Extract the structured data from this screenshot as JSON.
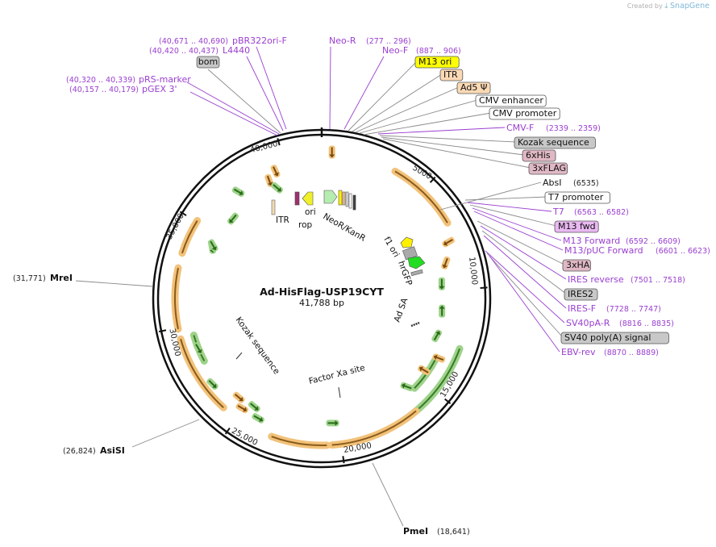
{
  "credit": {
    "prefix": "Created by",
    "brand": "SnapGene"
  },
  "plasmid": {
    "name": "Ad-HisFlag-USP19CYT",
    "size_label": "41,788 bp"
  },
  "ticks": [
    "5000",
    "10,000",
    "15,000",
    "20,000",
    "25,000",
    "30,000",
    "35,000",
    "40,000"
  ],
  "inner_labels": [
    "ITR",
    "rop",
    "ori",
    "NeoR/KanR",
    "f1 ori",
    "hrGFP",
    "Ad SA",
    "Factor Xa site",
    "Kozak sequence"
  ],
  "colors": {
    "magenta_feature": "#9a3fd0",
    "orange_arrow": "#f2c27a",
    "green_arrow": "#9ed38a",
    "yellow_box": "#ffff00",
    "peach_box": "#fbd9b5",
    "pink_box": "#e0b8c4",
    "gray_box": "#c8c8c8",
    "lavender_box": "#e9b8f2"
  },
  "features": [
    {
      "id": "pbr322ori",
      "text": "pBR322ori-F",
      "coord": "(40,671 .. 40,690)",
      "style": "magenta"
    },
    {
      "id": "l4440",
      "text": "L4440",
      "coord": "(40,420 .. 40,437)",
      "style": "magenta"
    },
    {
      "id": "bom",
      "text": "bom",
      "coord": "",
      "style": "box-gray"
    },
    {
      "id": "prsmarker",
      "text": "pRS-marker",
      "coord": "(40,320 .. 40,339)",
      "style": "magenta"
    },
    {
      "id": "pgex3",
      "text": "pGEX 3'",
      "coord": "(40,157 .. 40,179)",
      "style": "magenta"
    },
    {
      "id": "neor",
      "text": "Neo-R",
      "coord": "(277 .. 296)",
      "style": "magenta"
    },
    {
      "id": "neof",
      "text": "Neo-F",
      "coord": "(887 .. 906)",
      "style": "magenta"
    },
    {
      "id": "m13ori",
      "text": "M13 ori",
      "coord": "",
      "style": "box-yellow"
    },
    {
      "id": "itr",
      "text": "ITR",
      "coord": "",
      "style": "box-peach"
    },
    {
      "id": "ad5psi",
      "text": "Ad5 Ψ",
      "coord": "",
      "style": "box-peach"
    },
    {
      "id": "cmvenh",
      "text": "CMV enhancer",
      "coord": "",
      "style": "box-white"
    },
    {
      "id": "cmvprom",
      "text": "CMV promoter",
      "coord": "",
      "style": "box-white"
    },
    {
      "id": "cmvf",
      "text": "CMV-F",
      "coord": "(2339 .. 2359)",
      "style": "magenta"
    },
    {
      "id": "kozak",
      "text": "Kozak sequence",
      "coord": "",
      "style": "box-gray"
    },
    {
      "id": "his6",
      "text": "6xHis",
      "coord": "",
      "style": "box-pink"
    },
    {
      "id": "flag3",
      "text": "3xFLAG",
      "coord": "",
      "style": "box-pink"
    },
    {
      "id": "absi",
      "text": "AbsI",
      "coord": "(6535)",
      "style": "enzyme"
    },
    {
      "id": "t7prom",
      "text": "T7 promoter",
      "coord": "",
      "style": "box-white"
    },
    {
      "id": "t7",
      "text": "T7",
      "coord": "(6563 .. 6582)",
      "style": "magenta"
    },
    {
      "id": "m13fwd",
      "text": "M13 fwd",
      "coord": "",
      "style": "box-lavender"
    },
    {
      "id": "m13forward",
      "text": "M13 Forward",
      "coord": "(6592 .. 6609)",
      "style": "magenta"
    },
    {
      "id": "m13puc",
      "text": "M13/pUC Forward",
      "coord": "(6601 .. 6623)",
      "style": "magenta"
    },
    {
      "id": "ha3",
      "text": "3xHA",
      "coord": "",
      "style": "box-pink"
    },
    {
      "id": "iresrev",
      "text": "IRES reverse",
      "coord": "(7501 .. 7518)",
      "style": "magenta"
    },
    {
      "id": "ires2",
      "text": "IRES2",
      "coord": "",
      "style": "box-gray"
    },
    {
      "id": "iresf",
      "text": "IRES-F",
      "coord": "(7728 .. 7747)",
      "style": "magenta"
    },
    {
      "id": "sv40par",
      "text": "SV40pA-R",
      "coord": "(8816 .. 8835)",
      "style": "magenta"
    },
    {
      "id": "sv40polya",
      "text": "SV40 poly(A) signal",
      "coord": "",
      "style": "box-gray"
    },
    {
      "id": "ebvrev",
      "text": "EBV-rev",
      "coord": "(8870 .. 8889)",
      "style": "magenta"
    },
    {
      "id": "mrei",
      "text": "MreI",
      "coord": "(31,771)",
      "style": "enzyme"
    },
    {
      "id": "asisi",
      "text": "AsiSI",
      "coord": "(26,824)",
      "style": "enzyme"
    },
    {
      "id": "pmei",
      "text": "PmeI",
      "coord": "(18,641)",
      "style": "enzyme"
    }
  ]
}
